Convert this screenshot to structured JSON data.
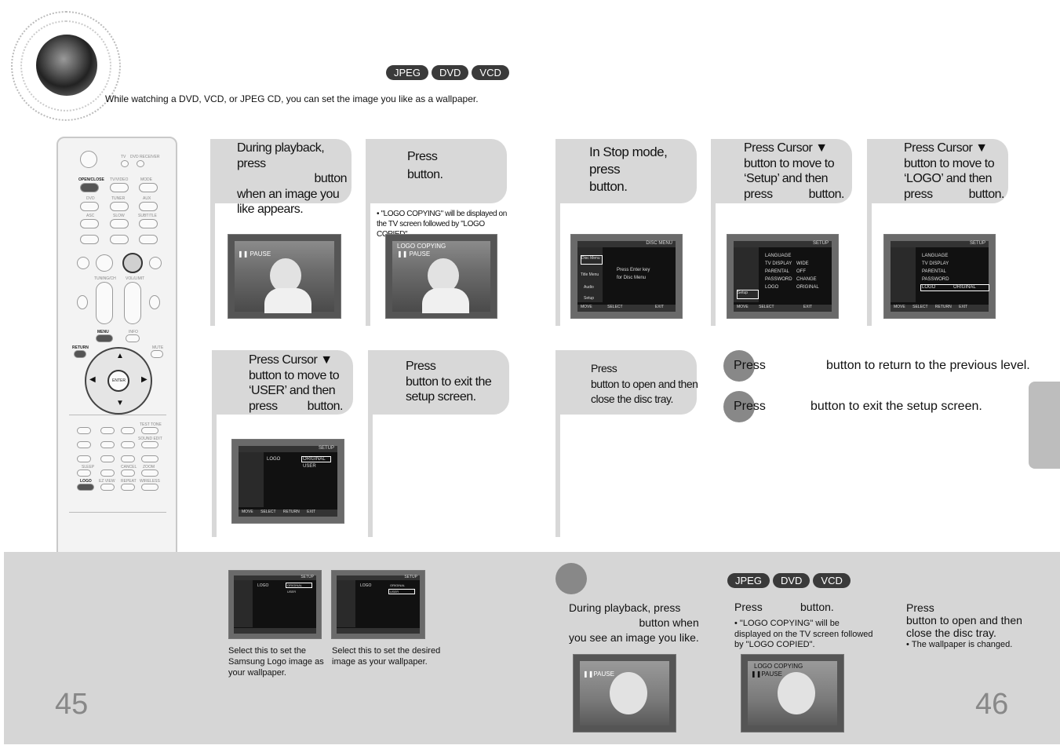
{
  "header": {
    "formats": [
      "JPEG",
      "DVD",
      "VCD"
    ],
    "intro": "While watching a DVD, VCD, or JPEG CD, you can set the image you like as a wallpaper."
  },
  "steps_top": [
    {
      "lines": [
        "During playback, press",
        "button",
        "when an image you",
        "like appears."
      ]
    },
    {
      "lines": [
        "Press",
        "button."
      ],
      "note": "\"LOGO COPYING\" will be displayed on the TV screen followed by \"LOGO COPIED\"."
    },
    {
      "lines": [
        "In Stop mode,",
        "press",
        "button."
      ]
    },
    {
      "lines": [
        "Press Cursor ▼",
        "button to move to",
        "‘Setup’ and then",
        "press",
        "button."
      ]
    },
    {
      "lines": [
        "Press Cursor ▼",
        "button to move to",
        "‘LOGO’ and then",
        "press",
        "button."
      ]
    }
  ],
  "steps_bottom": [
    {
      "lines": [
        "Press Cursor ▼",
        "button to move to",
        "‘USER’ and then",
        "press",
        "button."
      ]
    },
    {
      "lines": [
        "Press",
        "button to exit the",
        "setup screen."
      ]
    },
    {
      "lines": [
        "Press",
        "button to open and then",
        "close the disc tray."
      ]
    }
  ],
  "press_notes": [
    {
      "press": "Press",
      "text": "button to return to the previous level."
    },
    {
      "press": "Press",
      "text": "button to exit the setup screen."
    }
  ],
  "screens": {
    "pause": "PAUSE",
    "logo_copying": "LOGO COPYING",
    "disc_menu_title": "DISC MENU",
    "press_enter": "Press Enter key",
    "for_disc_menu": "for Disc Menu",
    "setup_title": "SETUP",
    "setup_items": [
      "LANGUAGE",
      "TV DISPLAY",
      "PARENTAL",
      "PASSWORD",
      "LOGO"
    ],
    "setup_values": [
      "WIDE",
      "OFF",
      "CHANGE",
      "ORIGINAL"
    ],
    "side_items": [
      "Disc Menu",
      "Title Menu",
      "Audio",
      "Setup"
    ],
    "footer_items": [
      "MOVE",
      "SELECT",
      "RETURN",
      "EXIT"
    ],
    "logo_item": "LOGO",
    "logo_options": [
      "ORIGINAL",
      "USER"
    ]
  },
  "bottom_band": {
    "captions": [
      "Select this to set the Samsung Logo image as your wallpaper.",
      "Select this to set the desired image as your wallpaper."
    ],
    "step_a": [
      "During playback, press",
      "button when",
      "you see an image you like."
    ],
    "formats": [
      "JPEG",
      "DVD",
      "VCD"
    ],
    "step_b": [
      "Press",
      "button."
    ],
    "step_b_note": "\"LOGO COPYING\" will be displayed on the TV screen followed by \"LOGO COPIED\".",
    "step_c": [
      "Press",
      "button to open and then",
      "close the disc tray."
    ],
    "step_c_note": "The wallpaper is changed.",
    "pause": "PAUSE",
    "logo_copying": "LOGO COPYING"
  },
  "pages": {
    "left": "45",
    "right": "46"
  },
  "remote": {
    "labels": [
      "TV",
      "DVD RECEIVER",
      "OPEN/CLOSE",
      "TV/VIDEO",
      "MODE",
      "DVD",
      "TUNER",
      "AUX",
      "ASC",
      "SLOW",
      "SUBTITLE",
      "TUNING/CH",
      "VOL/LIMIT",
      "MENU",
      "INFO",
      "RETURN",
      "MUTE",
      "ENTER",
      "TEST TONE",
      "SOUND EDIT",
      "SLEEP",
      "CANCEL",
      "ZOOM",
      "LOGO",
      "EZ VIEW",
      "REPEAT",
      "WIRELESS"
    ]
  },
  "colors": {
    "card": "#d8d8d8",
    "band": "#d6d6d6",
    "pill": "#3a3a3a",
    "badge": "#888888"
  }
}
